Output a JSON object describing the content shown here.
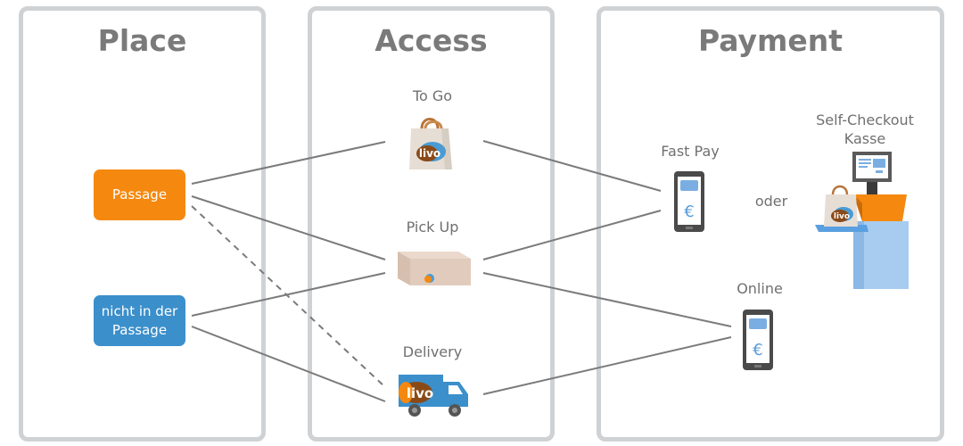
{
  "panels": {
    "place": {
      "title": "Place"
    },
    "access": {
      "title": "Access"
    },
    "payment": {
      "title": "Payment"
    }
  },
  "place_nodes": {
    "passage": {
      "label": "Passage",
      "color": "#f5890f"
    },
    "nicht": {
      "label": "nicht in der Passage",
      "color": "#3b8fcb"
    }
  },
  "access_nodes": {
    "togo": {
      "label": "To Go",
      "icon": "shopping-bag-icon"
    },
    "pickup": {
      "label": "Pick Up",
      "icon": "parcel-box-icon"
    },
    "delivery": {
      "label": "Delivery",
      "icon": "delivery-truck-icon"
    }
  },
  "payment_nodes": {
    "fastpay": {
      "label": "Fast Pay",
      "icon": "smartphone-euro-icon"
    },
    "oder": {
      "label": "oder"
    },
    "selfcheckout": {
      "label_line1": "Self-Checkout",
      "label_line2": "Kasse",
      "icon": "self-checkout-kiosk-icon"
    },
    "online": {
      "label": "Online",
      "icon": "smartphone-euro-icon"
    }
  },
  "brand": {
    "logo_text": "livo",
    "orange": "#f5890f",
    "blue": "#3b8fcb",
    "line_color": "#7b7b7b",
    "panel_border": "#cfd2d5"
  },
  "connections": [
    {
      "from": "Passage",
      "to": "To Go",
      "style": "solid"
    },
    {
      "from": "Passage",
      "to": "Pick Up",
      "style": "solid"
    },
    {
      "from": "Passage",
      "to": "Delivery",
      "style": "dashed"
    },
    {
      "from": "nicht in der Passage",
      "to": "Pick Up",
      "style": "solid"
    },
    {
      "from": "nicht in der Passage",
      "to": "Delivery",
      "style": "solid"
    },
    {
      "from": "To Go",
      "to": "Fast Pay",
      "style": "solid"
    },
    {
      "from": "Pick Up",
      "to": "Fast Pay",
      "style": "solid"
    },
    {
      "from": "Pick Up",
      "to": "Online",
      "style": "solid"
    },
    {
      "from": "Delivery",
      "to": "Online",
      "style": "solid"
    }
  ]
}
